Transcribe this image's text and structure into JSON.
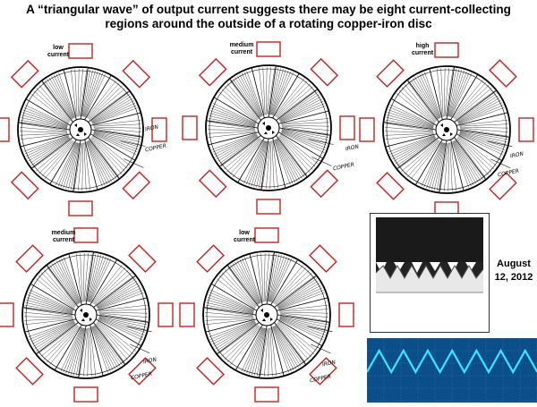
{
  "title": {
    "line1": "A “triangular wave” of output current suggests there may be eight current-collecting",
    "line2": "regions around the outside of a rotating copper-iron disc"
  },
  "discs": [
    {
      "label_line1": "low",
      "label_line2": "current"
    },
    {
      "label_line1": "medium",
      "label_line2": "current"
    },
    {
      "label_line1": "high",
      "label_line2": "current"
    },
    {
      "label_line1": "medium",
      "label_line2": "current"
    },
    {
      "label_line1": "low",
      "label_line2": "current"
    }
  ],
  "material_labels": {
    "iron": "IRON",
    "copper": "COPPER"
  },
  "date": {
    "line1": "August",
    "line2": "12, 2012"
  },
  "colors": {
    "collector_box": "#cc1f1f",
    "scope_bg": "#0b4f8a",
    "scope_trace": "#38e8ff"
  },
  "collectors_per_disc": 8
}
